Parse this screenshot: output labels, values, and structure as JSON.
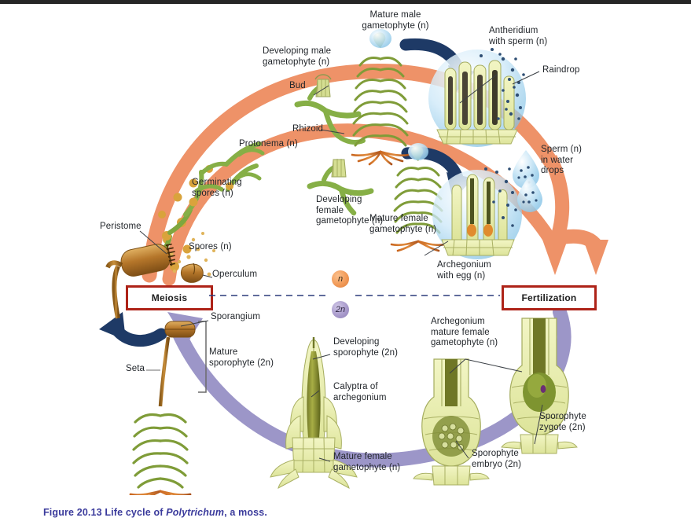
{
  "figure": {
    "caption_prefix": "Figure 20.13 Life cycle of ",
    "caption_species": "Polytrichum",
    "caption_suffix": ", a moss.",
    "caption_full": "Figure 20.13 Life cycle of Polytrichum, a moss."
  },
  "process_boxes": [
    {
      "id": "meiosis",
      "label": "Meiosis"
    },
    {
      "id": "fertilization",
      "label": "Fertilization"
    }
  ],
  "ploidy_key": [
    {
      "id": "haploid",
      "label": "n",
      "color": "#F19A58"
    },
    {
      "id": "diploid",
      "label": "2n",
      "color": "#A99BCC"
    }
  ],
  "labels": {
    "mature_male_gametophyte": "Mature male\ngametophyte (n)",
    "antheridium_with_sperm": "Antheridium\nwith sperm (n)",
    "raindrop": "Raindrop",
    "sperm_in_water_drops": "Sperm (n)\nin water\ndrops",
    "developing_male_gametophyte": "Developing male\ngametophyte (n)",
    "bud": "Bud",
    "rhizoid": "Rhizoid",
    "protonema": "Protonema (n)",
    "germinating_spores": "Germinating\nspores (n)",
    "developing_female_gametophyte": "Developing\nfemale\ngametophyte (n)",
    "mature_female_gametophyte_top": "Mature female\ngametophyte (n)",
    "archegonium_with_egg": "Archegonium\nwith egg (n)",
    "peristome": "Peristome",
    "spores": "Spores (n)",
    "operculum": "Operculum",
    "sporangium": "Sporangium",
    "mature_sporophyte": "Mature\nsporophyte (2n)",
    "seta": "Seta",
    "developing_sporophyte": "Developing\nsporophyte (2n)",
    "calyptra_of_archegonium": "Calyptra of\narchegonium",
    "mature_female_gametophyte_bottom": "Mature female\ngametophyte (n)",
    "archegonium_mature_female_gametophyte": "Archegonium\nmature female\ngametophyte (n)",
    "sporophyte_zygote": "Sporophyte\nzygote (2n)",
    "sporophyte_embryo": "Sporophyte\nembryo (2n)"
  },
  "colors": {
    "haploid_arc": "#EE9268",
    "diploid_arc": "#9C96C8",
    "process_arrow": "#1E3A66",
    "box_border": "#AE2318",
    "caption_text": "#3B3B9C",
    "moss_green": "#8CA84A",
    "capsule_gold": "#B5762A",
    "water_blue": "#BFE2F4",
    "cell_yellow": "#E8EDA8"
  }
}
